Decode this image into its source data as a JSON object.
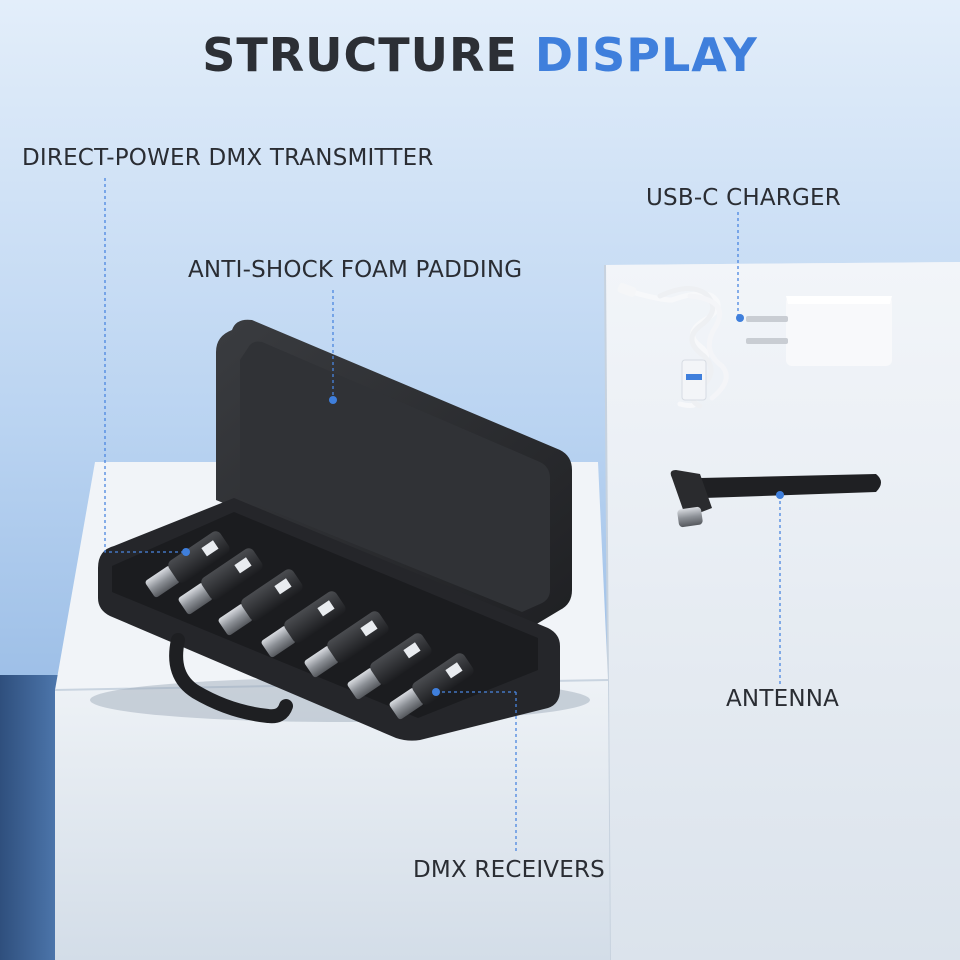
{
  "title": {
    "part1": "STRUCTURE",
    "part2": "DISPLAY"
  },
  "labels": {
    "transmitter": "DIRECT-POWER DMX TRANSMITTER",
    "foam": "ANTI-SHOCK FOAM PADDING",
    "charger": "USB-C CHARGER",
    "antenna": "ANTENNA",
    "receivers": "DMX RECEIVERS"
  },
  "colors": {
    "accent": "#3f7fdc",
    "title_dark": "#2c2f35",
    "callout_line": "#4a86e0",
    "case": "#2a2b2e",
    "background_top": "#dbe9f7",
    "background_bottom": "#8fb8e6"
  }
}
